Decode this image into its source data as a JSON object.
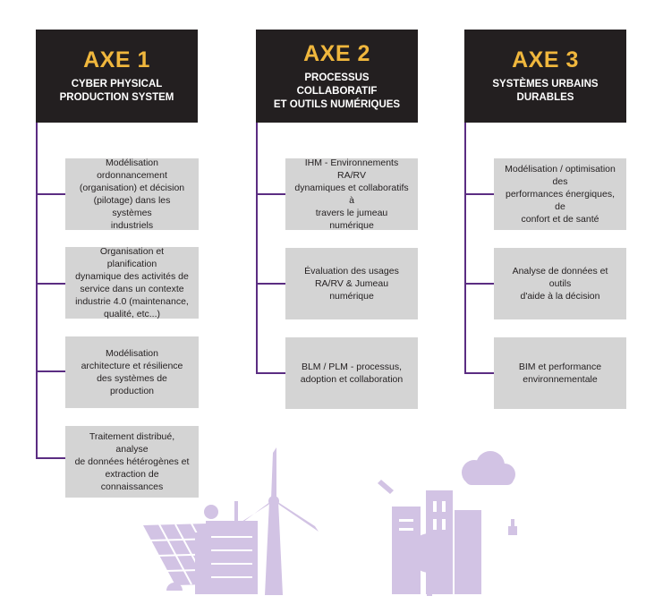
{
  "axes": [
    {
      "title": "AXE 1",
      "subtitle": "CYBER PHYSICAL\nPRODUCTION SYSTEM",
      "items": [
        "Modélisation\nordonnancement\n(organisation) et décision\n(pilotage) dans les systèmes\nindustriels",
        "Organisation et planification\ndynamique des activités de\nservice dans un contexte\nindustrie 4.0 (maintenance,\nqualité, etc...)",
        "Modélisation\narchitecture et résilience\ndes systèmes de production",
        "Traitement distribué, analyse\nde données hétérogènes et\nextraction de connaissances"
      ]
    },
    {
      "title": "AXE 2",
      "subtitle": "PROCESSUS COLLABORATIF\nET OUTILS NUMÉRIQUES",
      "items": [
        "IHM - Environnements RA/RV\ndynamiques et collaboratifs à\ntravers le jumeau numérique",
        "Évaluation des usages\nRA/RV & Jumeau\nnumérique",
        "BLM / PLM - processus,\nadoption et collaboration"
      ]
    },
    {
      "title": "AXE 3",
      "subtitle": "SYSTÈMES URBAINS\nDURABLES",
      "items": [
        "Modélisation / optimisation des\nperformances énergiques, de\nconfort et de santé",
        "Analyse de données et outils\nd'aide à la décision",
        "BIM et performance\nenvironnementale"
      ]
    }
  ],
  "colors": {
    "header_bg": "#231f20",
    "title": "#f0b73d",
    "connector": "#5b2d82",
    "box_bg": "#d4d4d4",
    "illustration": "#d2c3e4"
  },
  "icons": [
    "solar-panel-icon",
    "wind-turbine-icon",
    "satellite-dish-icon",
    "city-buildings-icon",
    "cloud-icon",
    "tree-icon"
  ]
}
